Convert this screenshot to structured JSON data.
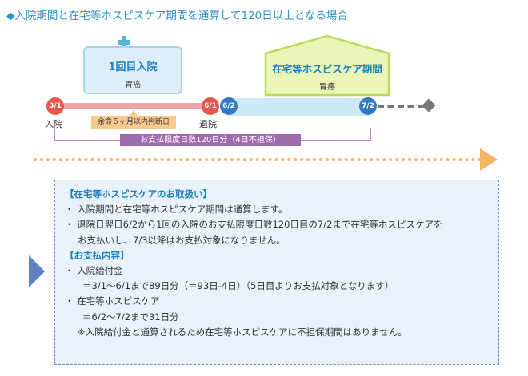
{
  "heading": "◆入院期間と在宅等ホスピスケア期間を通算して120日以上となる場合",
  "stay_box": {
    "title": "1回目入院",
    "subtitle": "胃癌"
  },
  "hospice_box": {
    "title": "在宅等ホスピスケア期間",
    "subtitle": "胃癌"
  },
  "timeline": {
    "admit_date": "3/1",
    "discharge_date": "6/1",
    "hospice_start": "6/2",
    "hospice_end": "7/2",
    "admit_label": "入院",
    "discharge_label": "退院",
    "prognosis_label": "余命６ヶ月以内判断日",
    "limit_label": "お支払限度日数120日分（4日不担保）"
  },
  "info": {
    "section1_title": "【在宅等ホスピスケアのお取扱い】",
    "line1": "・ 入院期間と在宅等ホスピスケア期間は通算します。",
    "line2": "・ 退院日翌日6/2から1回の入院のお支払限度日数120日目の7/2まで在宅等ホスピスケアを",
    "line3": "お支払いし、7/3以降はお支払対象になりません。",
    "section2_title": "【お支払内容】",
    "line4": "・ 入院給付金",
    "line5": "＝3/1～6/1まで89日分（＝93日-4日）（5日目よりお支払対象となります）",
    "line6": "・ 在宅等ホスピスケア",
    "line7": "＝6/2～7/2まで31日分",
    "line8": "※入院給付金と通算されるため在宅等ホスピスケアに不担保期間はありません。"
  },
  "colors": {
    "accent_blue": "#2e93c9",
    "stay_red": "#e4574b",
    "hospice_blue": "#3579bf",
    "limit_purple": "#a06aaf",
    "arrow_orange": "#f4b663",
    "house_green": "#e9f6b8"
  },
  "icons": {
    "cross": "medical-cross-icon"
  }
}
